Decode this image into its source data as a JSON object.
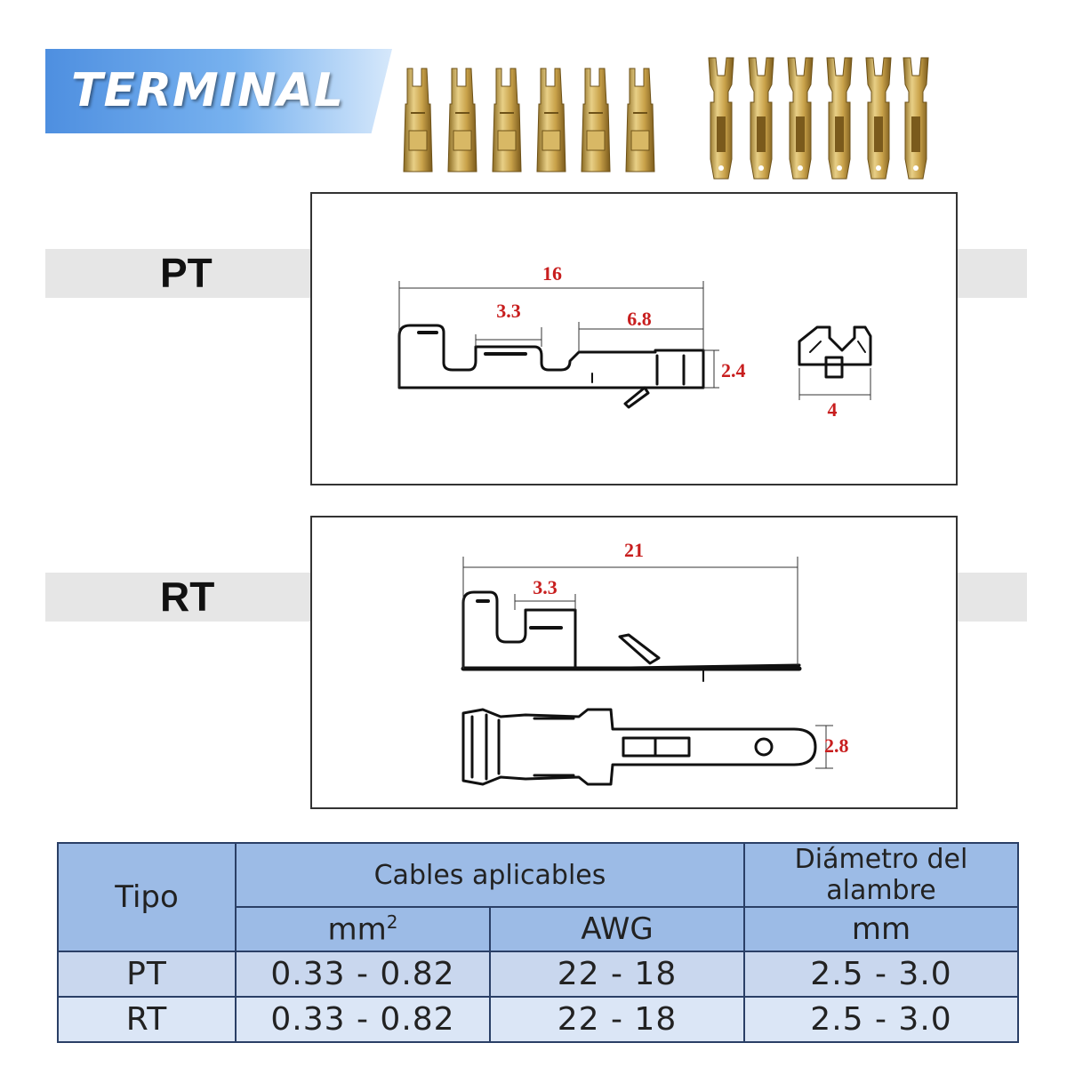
{
  "banner": {
    "title": "TERMINAL"
  },
  "sections": {
    "pt": {
      "label": "PT",
      "dims": {
        "overall": "16",
        "a": "3.3",
        "b": "6.8",
        "height": "2.4",
        "width": "4"
      }
    },
    "rt": {
      "label": "RT",
      "dims": {
        "overall": "21",
        "a": "3.3",
        "height": "2.8"
      }
    }
  },
  "table": {
    "tipo_header": "Tipo",
    "cables_header": "Cables aplicables",
    "diameter_header": "Diámetro del alambre",
    "mm2_base": "mm",
    "mm2_sup": "2",
    "awg_header": "AWG",
    "mm_header": "mm",
    "rows": [
      {
        "tipo": "PT",
        "mm2": "0.33 - 0.82",
        "awg": "22 - 18",
        "diameter": "2.5 - 3.0"
      },
      {
        "tipo": "RT",
        "mm2": "0.33 - 0.82",
        "awg": "22 - 18",
        "diameter": "2.5 - 3.0"
      }
    ]
  },
  "colors": {
    "banner_blue": "#4e8fe0",
    "dimension_red": "#c81e1e",
    "table_header": "#9cbbe6",
    "brass": "#c9a24a"
  }
}
